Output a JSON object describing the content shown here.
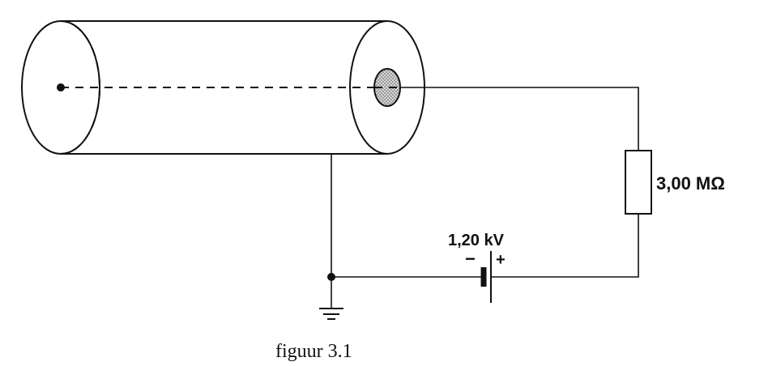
{
  "diagram": {
    "resistor_label": "3,00 MΩ",
    "voltage_label": "1,20 kV",
    "minus_sign": "−",
    "plus_sign": "+",
    "caption": "figuur 3.1"
  },
  "colors": {
    "ink": "#111111",
    "background": "#ffffff",
    "window_fill": "#bdbdbd"
  }
}
